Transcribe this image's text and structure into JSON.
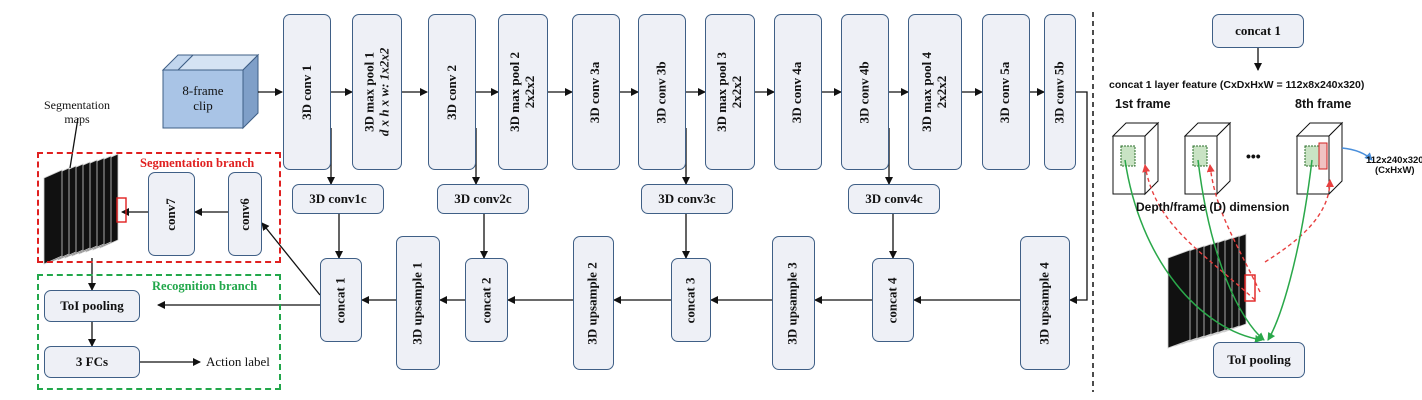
{
  "clip": {
    "line1": "8-frame",
    "line2": "clip"
  },
  "encoder": [
    {
      "id": "c1",
      "lines": [
        "3D conv 1"
      ]
    },
    {
      "id": "p1",
      "lines": [
        "3D max pool 1",
        "d x h x w: 1x2x2"
      ]
    },
    {
      "id": "c2",
      "lines": [
        "3D conv 2"
      ]
    },
    {
      "id": "p2",
      "lines": [
        "3D max pool 2",
        "2x2x2"
      ]
    },
    {
      "id": "c3a",
      "lines": [
        "3D conv 3a"
      ]
    },
    {
      "id": "c3b",
      "lines": [
        "3D conv 3b"
      ]
    },
    {
      "id": "p3",
      "lines": [
        "3D max pool 3",
        "2x2x2"
      ]
    },
    {
      "id": "c4a",
      "lines": [
        "3D conv 4a"
      ]
    },
    {
      "id": "c4b",
      "lines": [
        "3D conv 4b"
      ]
    },
    {
      "id": "p4",
      "lines": [
        "3D max pool 4",
        "2x2x2"
      ]
    },
    {
      "id": "c5a",
      "lines": [
        "3D conv 5a"
      ]
    },
    {
      "id": "c5b",
      "lines": [
        "3D conv 5b"
      ]
    }
  ],
  "side_convs": [
    "3D conv1c",
    "3D conv2c",
    "3D conv3c",
    "3D conv4c"
  ],
  "decoder": {
    "concat": [
      "concat 1",
      "concat 2",
      "concat 3",
      "concat 4"
    ],
    "upsample": [
      "3D upsample 1",
      "3D upsample 2",
      "3D upsample 3",
      "3D upsample 4"
    ]
  },
  "segmentation": {
    "title": "Segmentation branch",
    "maps_label_1": "Segmentation",
    "maps_label_2": "maps",
    "conv6": "conv6",
    "conv7": "conv7"
  },
  "recognition": {
    "title": "Recognition branch",
    "toi_pooling": "ToI pooling",
    "fcs": "3 FCs",
    "output": "Action label"
  },
  "right_panel": {
    "concat_box": "concat 1",
    "feature_title": "concat 1 layer feature (CxDxHxW = 112x8x240x320)",
    "first_frame": "1st frame",
    "last_frame": "8th frame",
    "ellipsis": "•••",
    "size_line1": "112x240x320",
    "size_line2": "(CxHxW)",
    "depth_label": "Depth/frame (D) dimension",
    "toi_pooling": "ToI pooling"
  },
  "colors": {
    "box_fill": "#eef0f6",
    "box_border": "#3f5f86",
    "clip_front": "#a9c4e6",
    "segmentation_red": "#e02020",
    "recognition_green": "#21a74a",
    "panel_fill": "#eaf0fa",
    "green_arrow": "#2aa84a",
    "red_arrow": "#e84040",
    "blue_arrow": "#4a8fdb"
  }
}
